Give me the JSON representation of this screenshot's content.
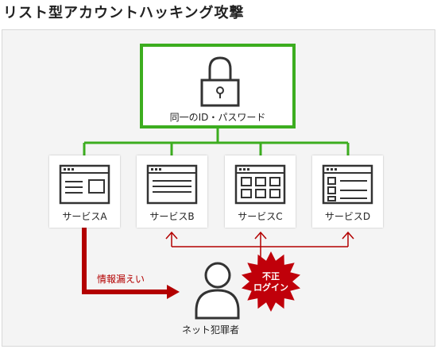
{
  "title": "リスト型アカウントハッキング攻撃",
  "master": {
    "label": "同一のID・パスワード"
  },
  "services": [
    {
      "label": "サービスA"
    },
    {
      "label": "サービスB"
    },
    {
      "label": "サービスC"
    },
    {
      "label": "サービスD"
    }
  ],
  "leak_label": "情報漏えい",
  "criminal_label": "ネット犯罪者",
  "burst": {
    "line1": "不正",
    "line2": "ログイン"
  },
  "colors": {
    "master_border": "#3cad1f",
    "connector": "#3cad1f",
    "attack": "#b30000",
    "burst": "#c0000a",
    "icon_stroke": "#333333"
  },
  "icons": [
    "lock-icon",
    "browser-window-icon",
    "criminal-person-icon",
    "starburst"
  ]
}
